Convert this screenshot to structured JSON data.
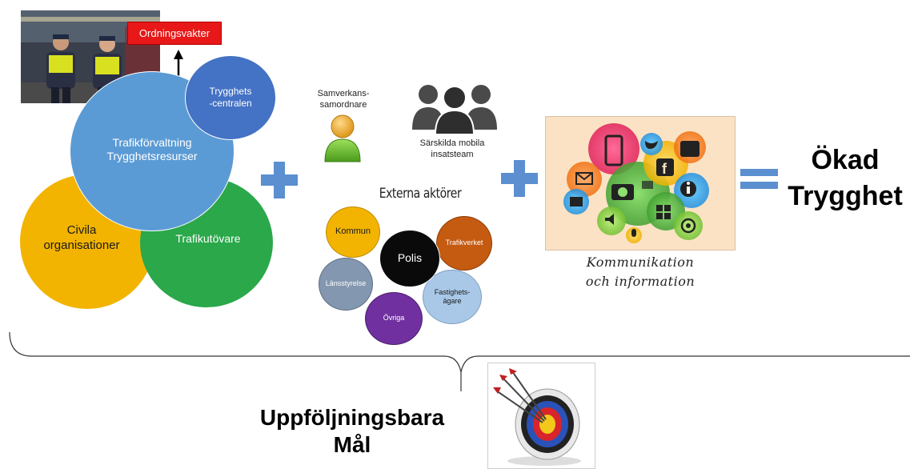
{
  "colors": {
    "trygghetscentralen": "#4472c4",
    "trafikforvaltning": "#5b9bd5",
    "civila": "#f2b400",
    "trafikutovare": "#2aa84a",
    "kommun": "#f2b400",
    "polis": "#0a0a0a",
    "trafikverket": "#c55a11",
    "lansstyrelse": "#8497b0",
    "fastighetsagare": "#a9c8e8",
    "ovriga": "#7030a0",
    "plus": "#5b8fcf",
    "ordningsvakter_box": "#e81818"
  },
  "left_cluster": {
    "photo_icon": "guards-photo",
    "ordningsvakter": "Ordningsvakter",
    "trygghetscentralen_line1": "Trygghets",
    "trygghetscentralen_line2": "-centralen",
    "trafikforvaltning_line1": "Trafikförvaltning",
    "trafikforvaltning_line2": "Trygghetsresurser",
    "civila_line1": "Civila",
    "civila_line2": "organisationer",
    "trafikutovare": "Trafikutövare"
  },
  "middle": {
    "samverkans_line1": "Samverkans-",
    "samverkans_line2": "samordnare",
    "person_icon": "person-icon",
    "group_icon": "group-icon",
    "sarskilda_line1": "Särskilda mobila",
    "sarskilda_line2": "insatsteam",
    "externa_title": "Externa aktörer",
    "kommun": "Kommun",
    "polis": "Polis",
    "trafikverket": "Trafikverket",
    "lansstyrelse": "Länsstyrelse",
    "fastighet_line1": "Fastighets-",
    "fastighet_line2": "ägare",
    "ovriga": "Övriga"
  },
  "right": {
    "comm_icon": "social-media-icons",
    "kommunikation_line1": "Kommunikation",
    "kommunikation_line2": "och information",
    "result_line1": "Ökad",
    "result_line2": "Trygghet"
  },
  "bottom": {
    "goal_line1": "Uppföljningsbara",
    "goal_line2": "Mål",
    "target_icon": "target-icon"
  }
}
